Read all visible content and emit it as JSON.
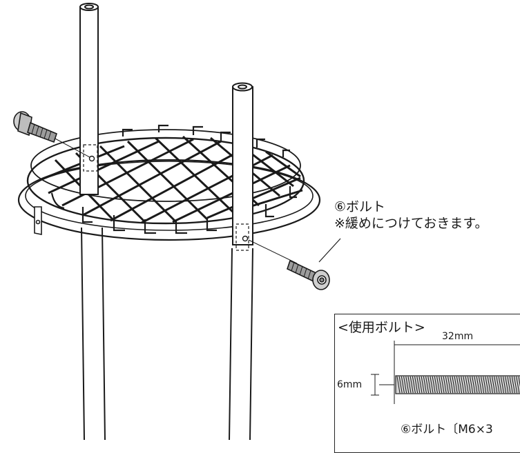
{
  "callout": {
    "line1": "⑥ボルト",
    "line2": "※緩めにつけておきます。"
  },
  "spec": {
    "title": "<使用ボルト>",
    "length_label": "32mm",
    "diameter_label": "6mm",
    "bolt_name": "⑥ボルト〔M6×3"
  },
  "colors": {
    "line": "#1a1a1a",
    "background": "#ffffff"
  }
}
